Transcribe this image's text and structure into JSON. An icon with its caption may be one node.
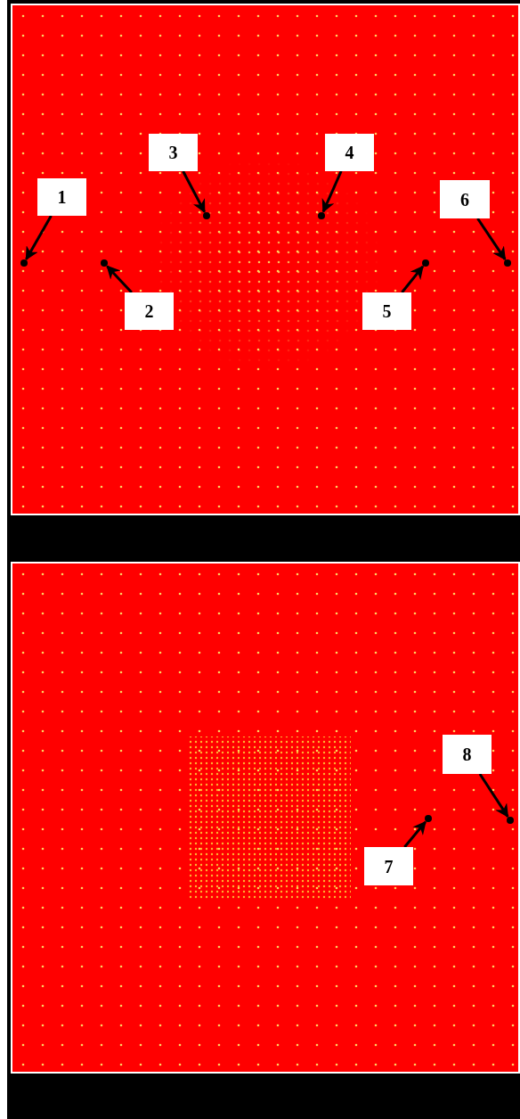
{
  "diagram": {
    "nodes": [
      {
        "text": [
          "1"
        ]
      },
      {
        "text": [
          "2"
        ]
      },
      {
        "text": [
          "3"
        ]
      },
      {
        "text": [
          "4"
        ]
      },
      {
        "text": [
          "5"
        ]
      },
      {
        "text": [
          "6"
        ]
      },
      {
        "text": [
          "7"
        ]
      },
      {
        "text": [
          "8"
        ]
      },
      {
        "text": [],
        "shape": "circle"
      },
      {
        "text": [],
        "shape": "circle"
      },
      {
        "text": [],
        "shape": "circle"
      },
      {
        "text": [],
        "shape": "circle"
      },
      {
        "text": [],
        "shape": "circle"
      },
      {
        "text": [],
        "shape": "circle"
      },
      {
        "text": [],
        "shape": "circle"
      },
      {
        "text": [],
        "shape": "circle"
      }
    ],
    "edges": [
      {
        "from": 0,
        "to": 8,
        "arrow": "to"
      },
      {
        "from": 1,
        "to": 9,
        "arrow": "to"
      },
      {
        "from": 2,
        "to": 10,
        "arrow": "to"
      },
      {
        "from": 3,
        "to": 11,
        "arrow": "to"
      },
      {
        "from": 4,
        "to": 12,
        "arrow": "to"
      },
      {
        "from": 5,
        "to": 13,
        "arrow": "to"
      },
      {
        "from": 6,
        "to": 14,
        "arrow": "to"
      },
      {
        "from": 7,
        "to": 15,
        "arrow": "to"
      }
    ]
  }
}
